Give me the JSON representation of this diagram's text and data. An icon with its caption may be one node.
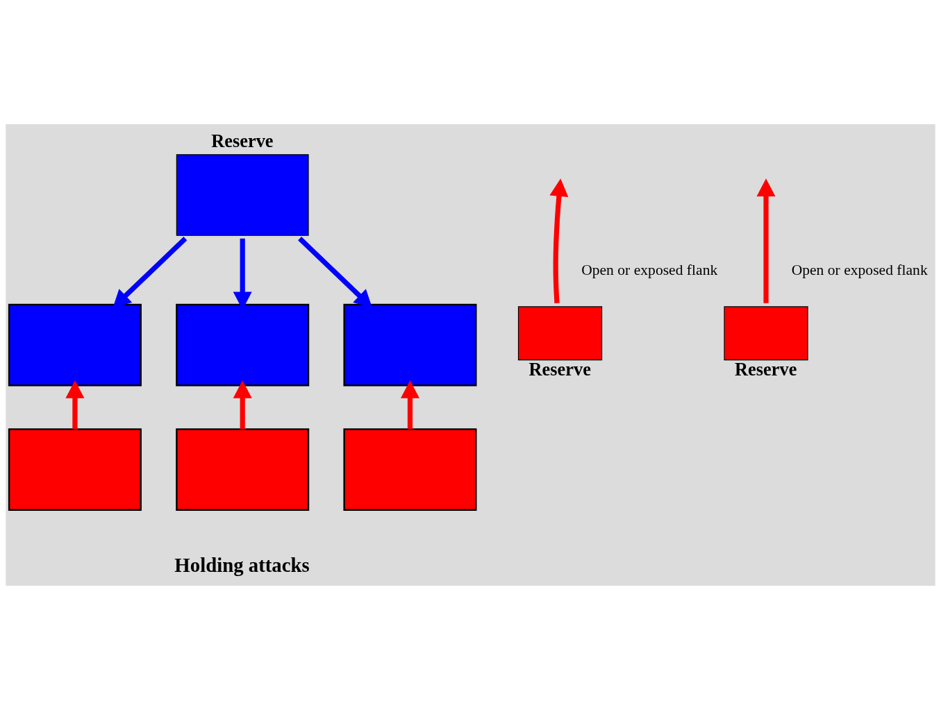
{
  "diagram": {
    "nodes": [
      {
        "text": [
          "Reserve"
        ]
      },
      {
        "text": [],
        "shape": "box"
      },
      {
        "text": [],
        "shape": "box"
      },
      {
        "text": [],
        "shape": "box"
      },
      {
        "text": [],
        "shape": "box"
      },
      {
        "text": [],
        "shape": "box"
      },
      {
        "text": [],
        "shape": "box"
      },
      {
        "text": [
          "Reserve"
        ]
      },
      {
        "text": [
          "Reserve"
        ]
      }
    ],
    "edges": [
      {
        "from": 0,
        "to": 1,
        "arrow": "to",
        "color": "#0000ff"
      },
      {
        "from": 0,
        "to": 2,
        "arrow": "to",
        "color": "#0000ff"
      },
      {
        "from": 0,
        "to": 3,
        "arrow": "to",
        "color": "#0000ff"
      },
      {
        "from": 4,
        "to": 1,
        "arrow": "to",
        "color": "#ff0000"
      },
      {
        "from": 5,
        "to": 2,
        "arrow": "to",
        "color": "#ff0000"
      },
      {
        "from": 6,
        "to": 3,
        "arrow": "to",
        "color": "#ff0000"
      },
      {
        "from": 7,
        "to": null,
        "arrow": "to",
        "label": "Open or exposed flank",
        "color": "#ff0000"
      },
      {
        "from": 8,
        "to": null,
        "arrow": "to",
        "label": "Open or exposed flank",
        "color": "#ff0000"
      }
    ],
    "labels": [
      "Holding attacks"
    ]
  }
}
